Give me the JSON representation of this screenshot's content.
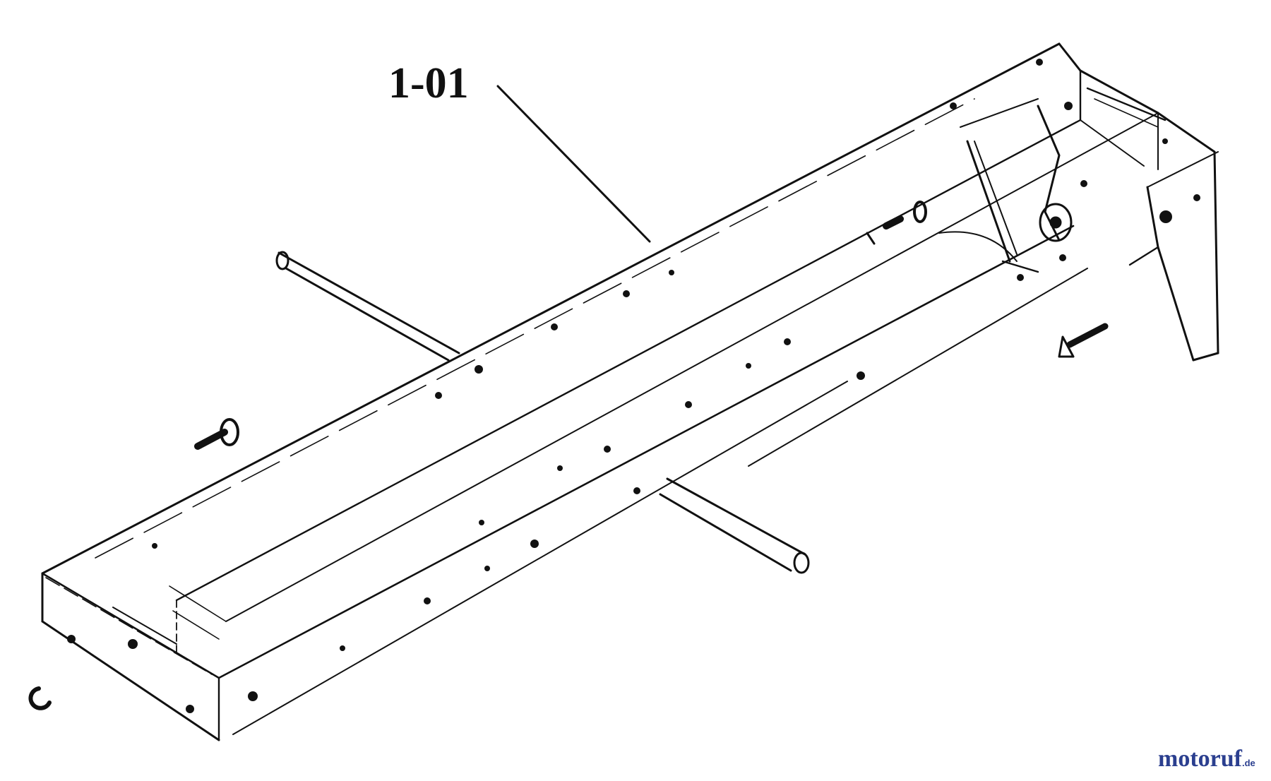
{
  "diagram": {
    "callout": {
      "label": "1-01"
    }
  },
  "watermark": {
    "brand": "motoruf",
    "tld": ".de",
    "colors": [
      "#2b3f8f",
      "#c0392b",
      "#e0a000",
      "#2e7d32"
    ]
  }
}
